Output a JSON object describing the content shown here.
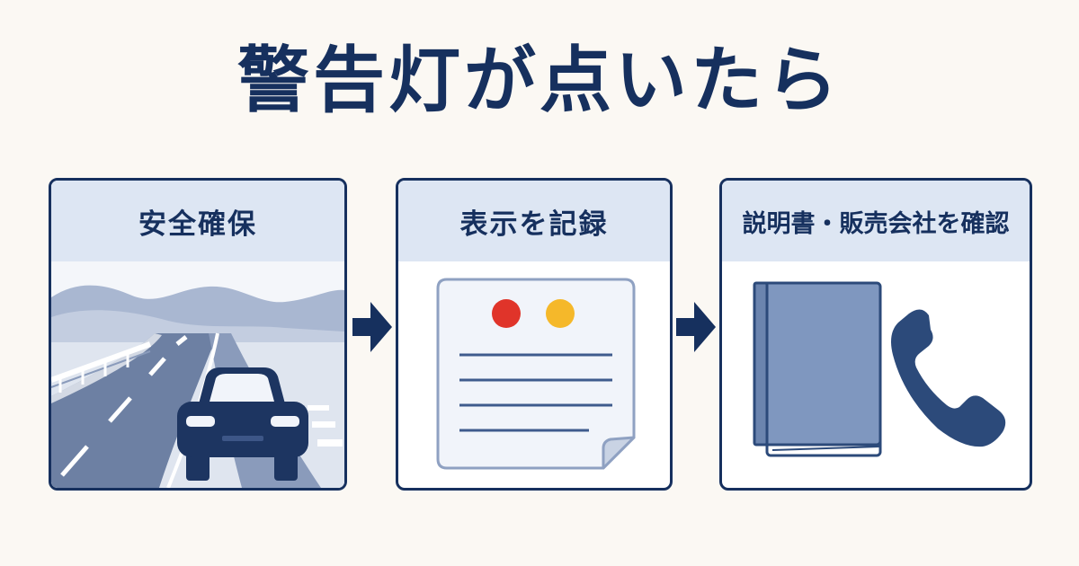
{
  "title": "警告灯が点いたら",
  "steps": [
    {
      "label": "安全確保",
      "icon": "car-on-road-shoulder-icon"
    },
    {
      "label": "表示を記録",
      "icon": "note-with-lamps-icon"
    },
    {
      "label": "説明書・販売会社を確認",
      "icon": "manual-and-phone-icon"
    }
  ],
  "arrow_icon": "right-arrow-icon",
  "colors": {
    "navy": "#16305e",
    "header_bg": "#dde6f3",
    "background": "#fbf8f3",
    "lamp_red": "#e0342a",
    "lamp_yellow": "#f5b82a",
    "book": "#7f97bf",
    "phone": "#2c4a7a"
  }
}
